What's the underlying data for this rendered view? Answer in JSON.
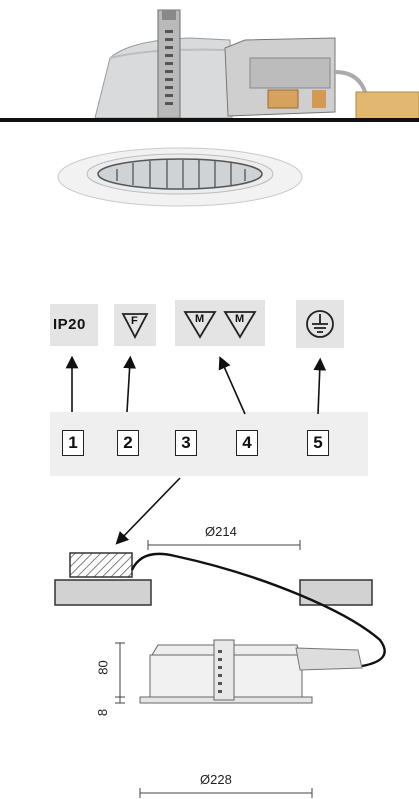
{
  "symbols": {
    "ip_rating": "IP20",
    "f_mark": "F",
    "m_mark_1": "M",
    "m_mark_2": "M"
  },
  "callouts": [
    "1",
    "2",
    "3",
    "4",
    "5"
  ],
  "dimensions": {
    "cutout_diameter": "Ø214",
    "outer_diameter": "Ø228",
    "height": "80",
    "flange": "8"
  }
}
